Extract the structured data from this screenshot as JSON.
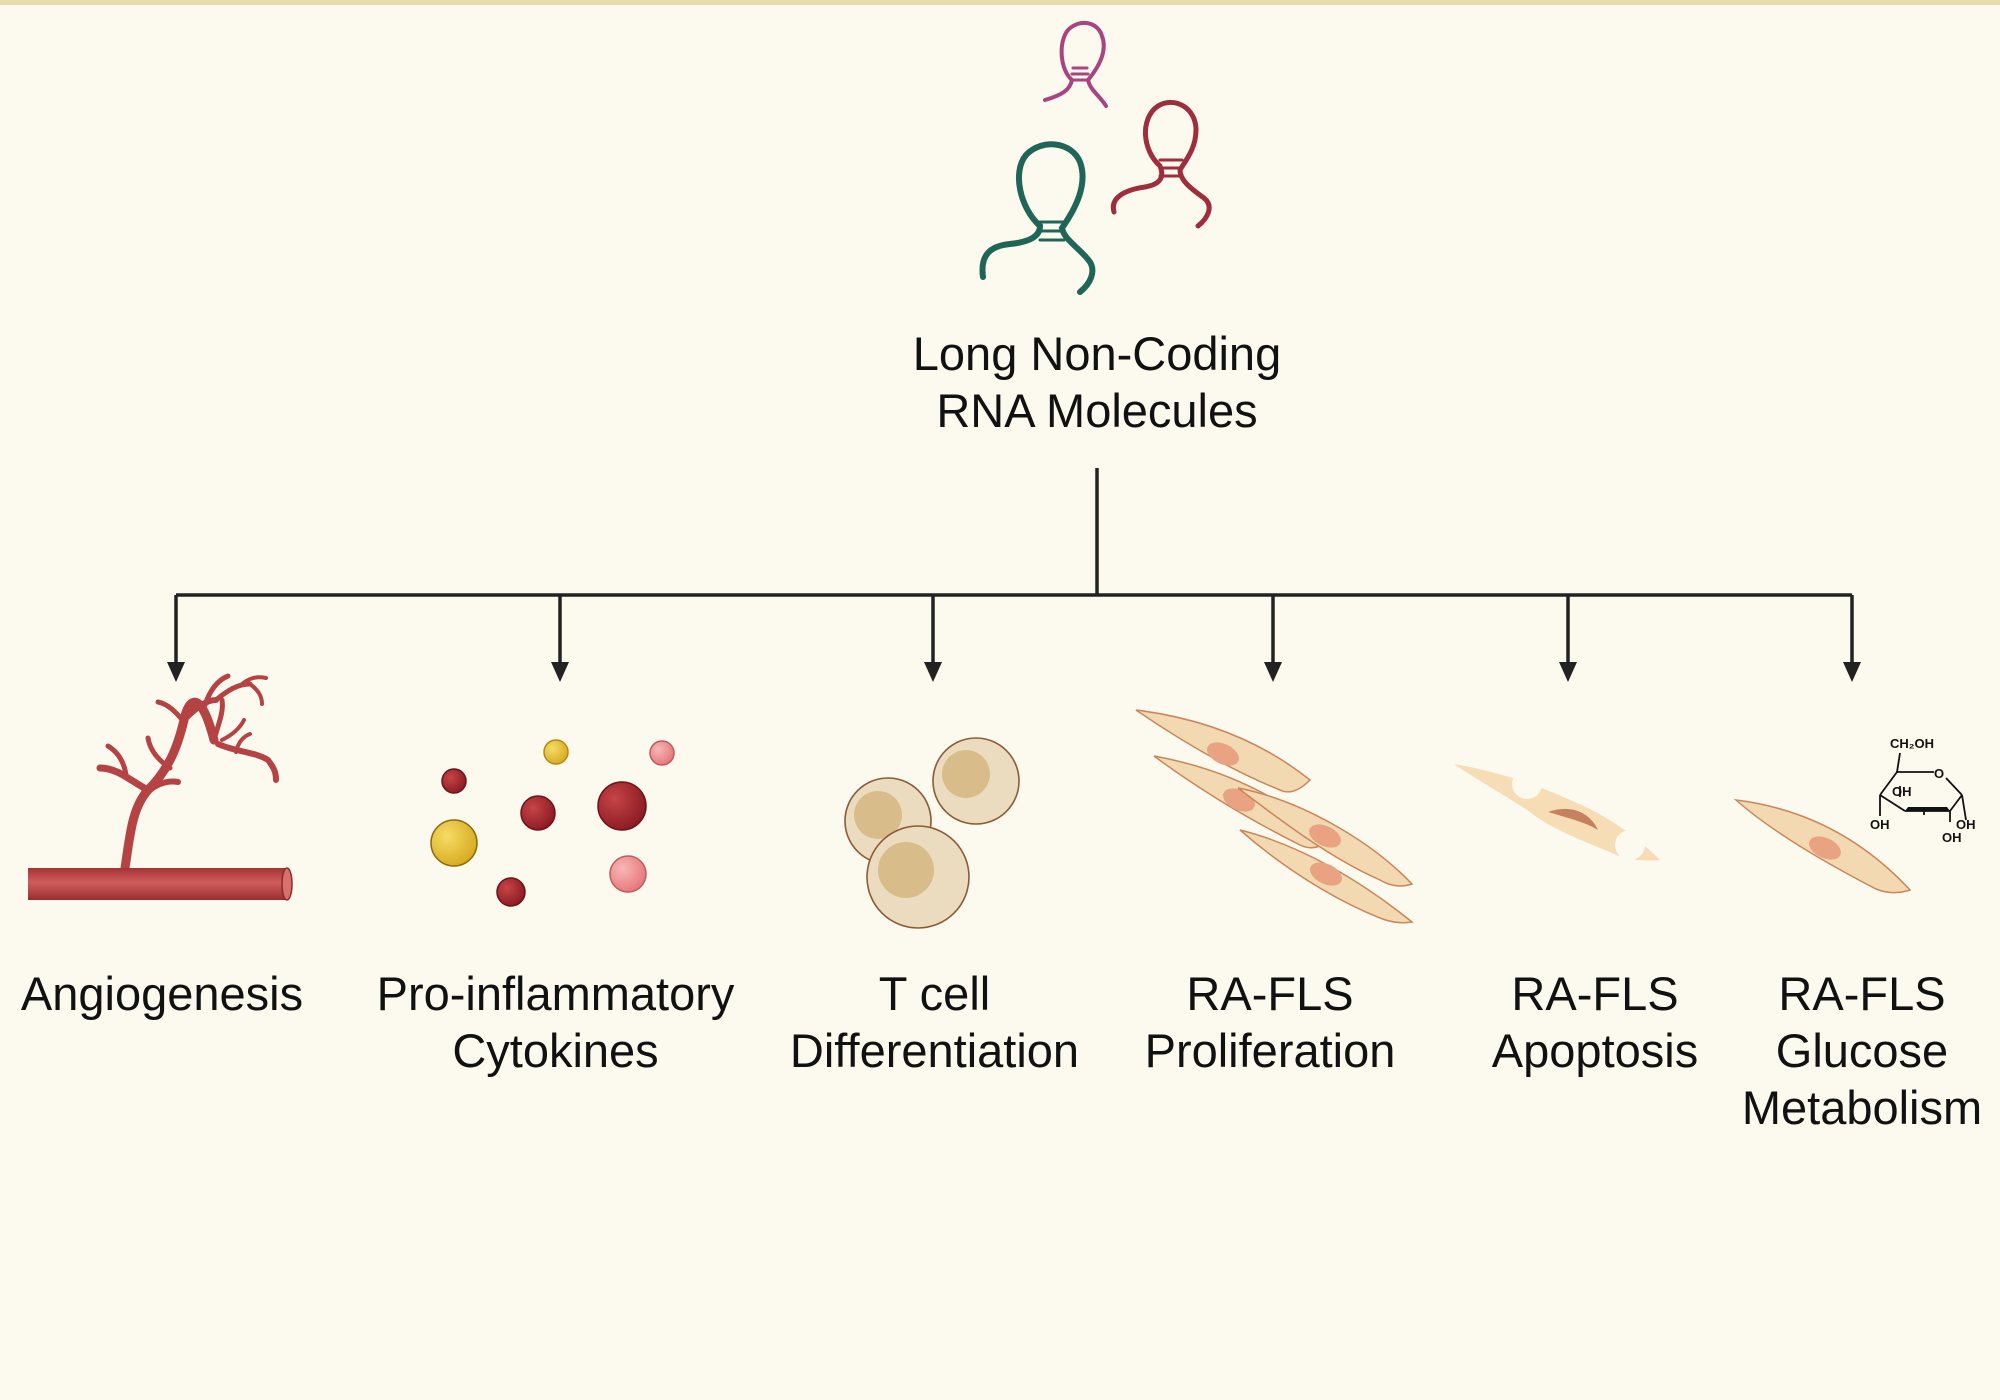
{
  "root": {
    "lines": [
      "Long Non-Coding",
      "RNA Molecules"
    ]
  },
  "outcomes": [
    {
      "lines": [
        "Angiogenesis"
      ]
    },
    {
      "lines": [
        "Pro-inflammatory",
        "Cytokines"
      ]
    },
    {
      "lines": [
        "T cell",
        "Differentiation"
      ]
    },
    {
      "lines": [
        "RA-FLS",
        "Proliferation"
      ]
    },
    {
      "lines": [
        "RA-FLS",
        "Apoptosis"
      ]
    },
    {
      "lines": [
        "RA-FLS",
        "Glucose",
        "Metabolism"
      ]
    }
  ],
  "glucose": {
    "ch2oh": "CH₂OH",
    "o": "O",
    "oh": "OH"
  },
  "colors": {
    "background": "#fcf9ee",
    "rna_pink": "#a8447f",
    "rna_red": "#9e2e3c",
    "rna_green": "#1f6658",
    "vessel": "#b54344",
    "cell_fill": "#f3d9b2",
    "cell_nucleus": "#e9a382",
    "tcell_fill": "#ecdcbf",
    "tcell_nucleus": "#d8bd8b"
  }
}
